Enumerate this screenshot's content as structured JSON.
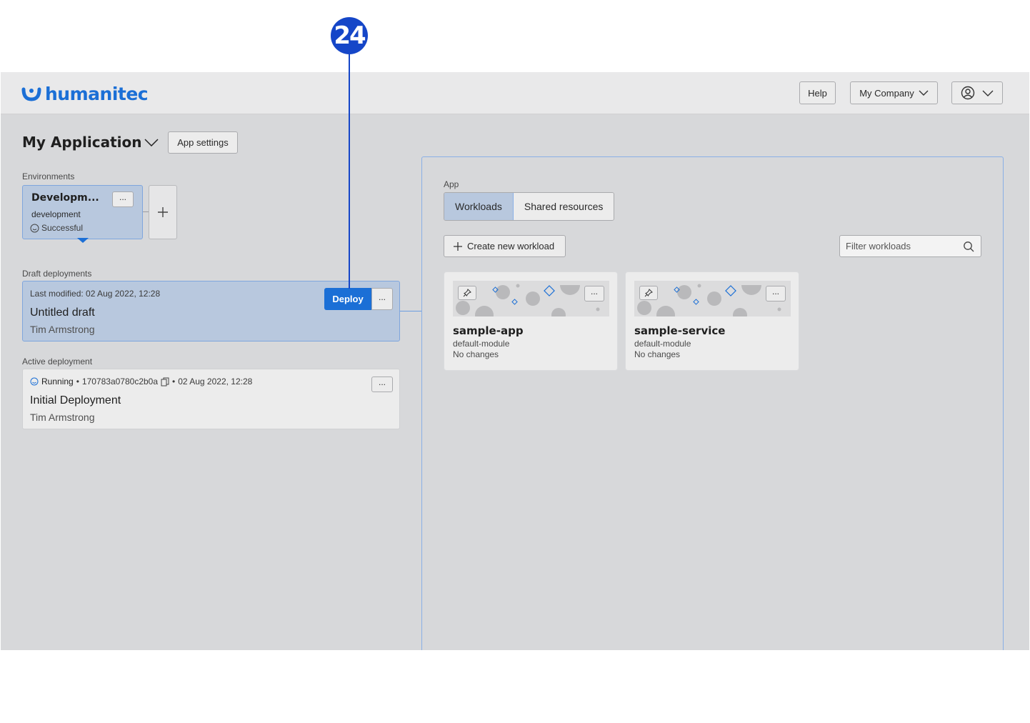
{
  "callout": {
    "number": "24"
  },
  "header": {
    "logo_text": "humanitec",
    "help_label": "Help",
    "company_label": "My Company"
  },
  "app": {
    "title": "My Application",
    "settings_label": "App settings"
  },
  "environments": {
    "label": "Environments",
    "items": [
      {
        "name": "Developm...",
        "id": "development",
        "status": "Successful"
      }
    ]
  },
  "draft": {
    "section_label": "Draft deployments",
    "last_modified": "Last modified: 02 Aug 2022, 12:28",
    "title": "Untitled draft",
    "author": "Tim Armstrong",
    "deploy_label": "Deploy"
  },
  "active": {
    "section_label": "Active deployment",
    "status": "Running",
    "separator": "•",
    "deployment_id": "170783a0780c2b0a",
    "date": "02 Aug 2022, 12:28",
    "title": "Initial Deployment",
    "author": "Tim Armstrong"
  },
  "right_panel": {
    "label": "App",
    "tabs": [
      {
        "label": "Workloads",
        "active": true
      },
      {
        "label": "Shared resources",
        "active": false
      }
    ],
    "create_label": "Create new workload",
    "filter_placeholder": "Filter workloads",
    "workloads": [
      {
        "name": "sample-app",
        "module": "default-module",
        "changes": "No changes"
      },
      {
        "name": "sample-service",
        "module": "default-module",
        "changes": "No changes"
      }
    ]
  },
  "colors": {
    "accent": "#1b6fd6",
    "callout": "#1546c8",
    "selected_bg": "#b8c8de"
  }
}
